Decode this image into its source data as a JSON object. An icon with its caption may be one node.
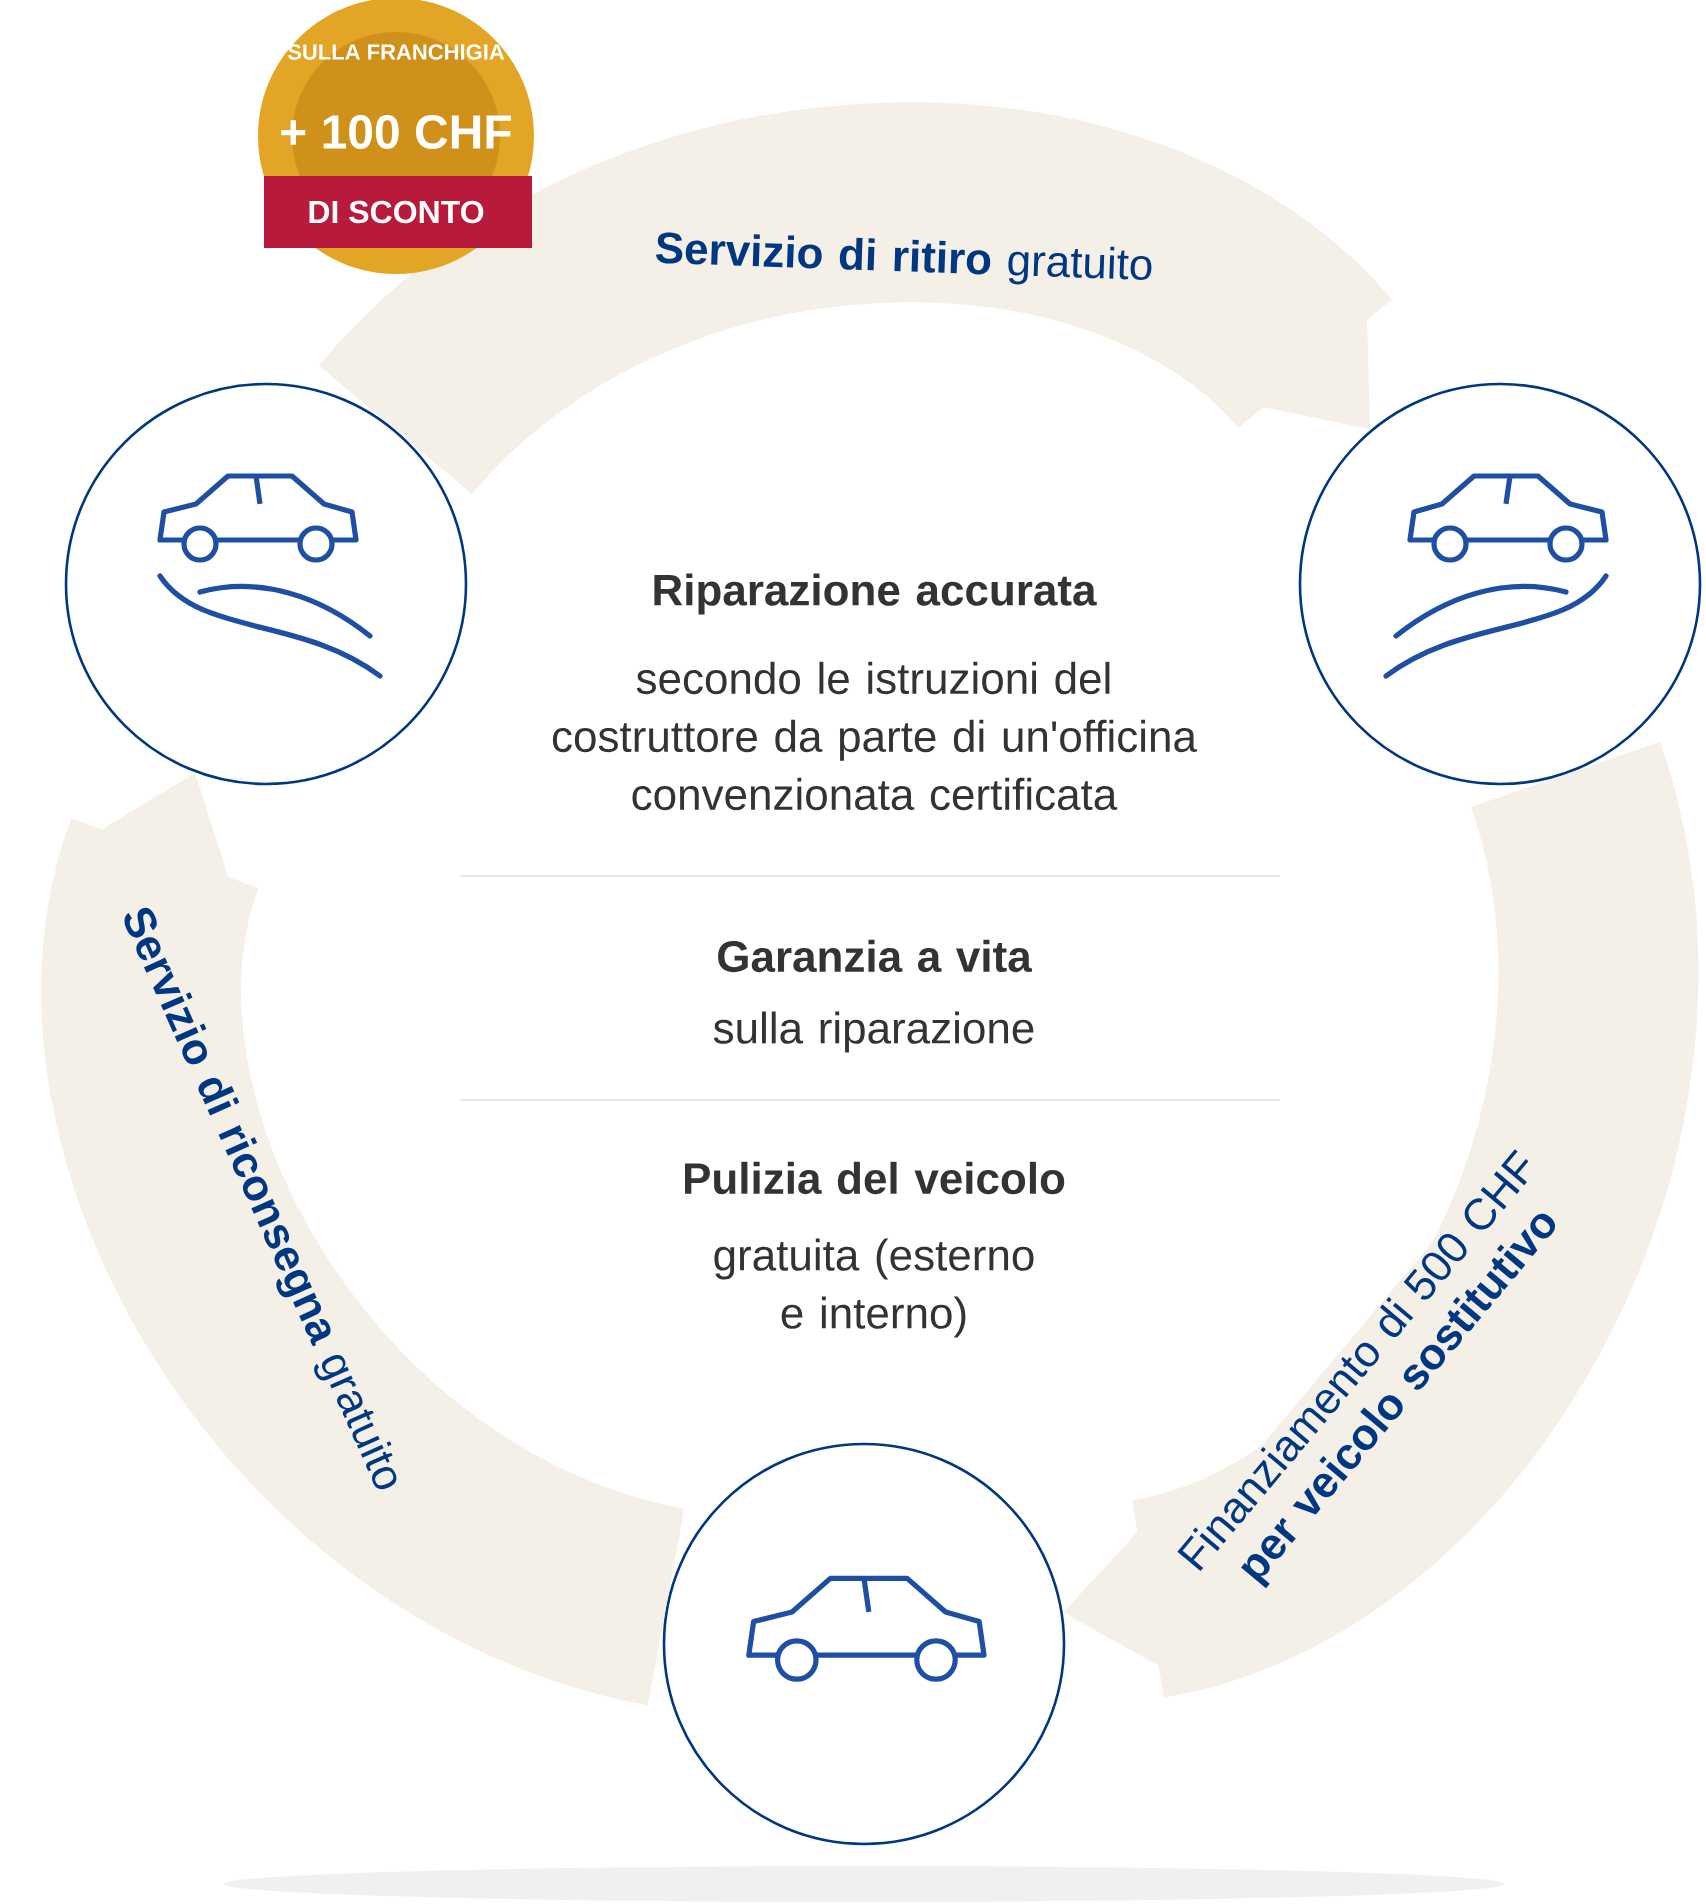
{
  "diagram": {
    "nodes": [
      {
        "text": [],
        "shape": "circle"
      },
      {
        "text": [],
        "shape": "circle"
      },
      {
        "text": [],
        "shape": "circle"
      },
      {
        "text": [
          "SULLA FRANCHIGIA",
          "+ 100 CHF",
          "DI SCONTO"
        ]
      }
    ],
    "edges": [
      {
        "from": 0,
        "to": 1,
        "arrow": "to",
        "label": "**Servizio di ritiro** gratuito"
      },
      {
        "from": 1,
        "to": 2,
        "arrow": "to",
        "label": "Finanziamento di 500 CHF **per veicolo sostitutivo**"
      },
      {
        "from": 2,
        "to": 0,
        "arrow": "to",
        "label": "**Servizio di riconsegna** gratuito"
      }
    ],
    "labels": [
      "Riparazione accurata",
      "secondo le istruzioni del costruttore da parte di un'officina convenzionata certificata",
      "Garanzia a vita",
      "sulla riparazione",
      "Pulizia del veicolo",
      "gratuita (esterno e interno)"
    ]
  }
}
